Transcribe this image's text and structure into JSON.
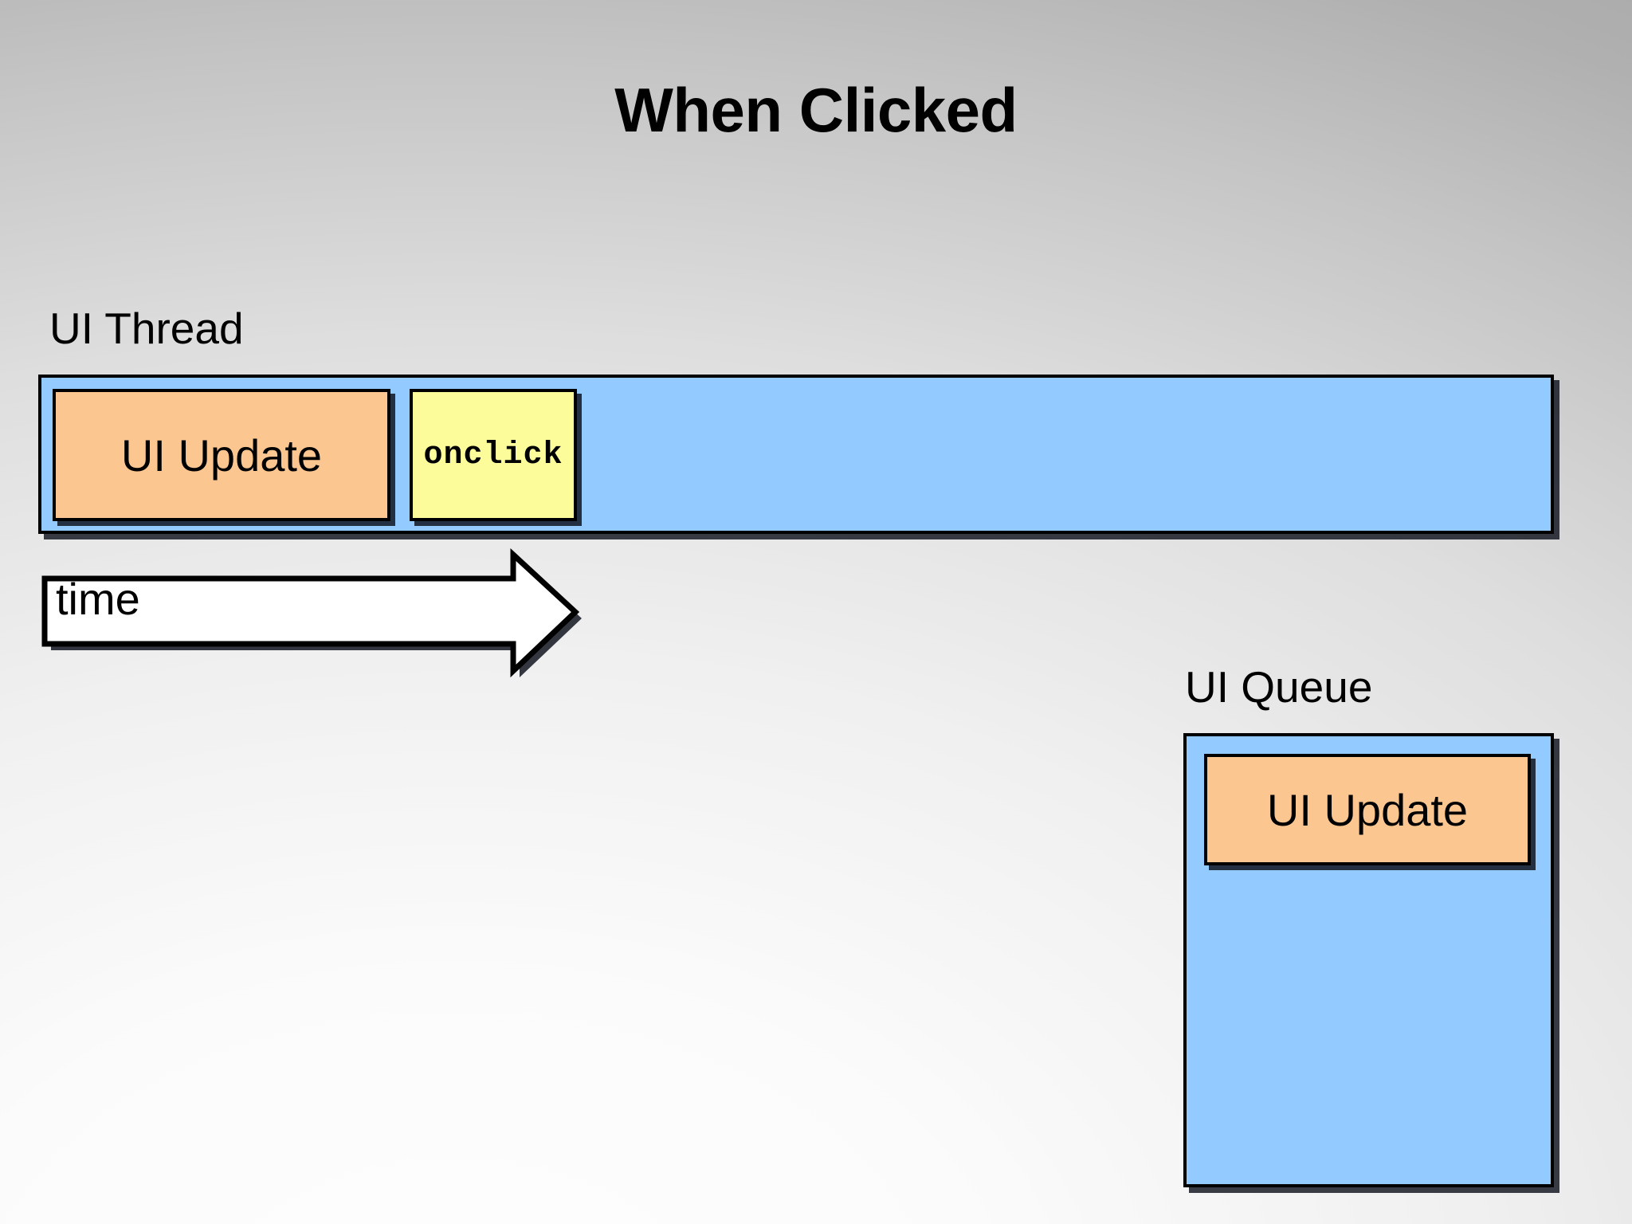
{
  "slide": {
    "title": "When Clicked",
    "background_top_color": "#a9a9a9",
    "background_bottom_color": "#fefefe"
  },
  "ui_thread": {
    "label": "UI Thread",
    "bar_color": "#93caff",
    "tasks": [
      {
        "label": "UI Update",
        "color": "#fbc68f",
        "kind": "ui-update"
      },
      {
        "label": "onclick",
        "color": "#fcfc9a",
        "kind": "handler"
      }
    ]
  },
  "time_arrow": {
    "label": "time",
    "direction": "right",
    "fill": "#ffffff",
    "stroke": "#000000"
  },
  "ui_queue": {
    "label": "UI Queue",
    "box_color": "#93caff",
    "items": [
      {
        "label": "UI Update",
        "color": "#fbc68f"
      }
    ]
  }
}
